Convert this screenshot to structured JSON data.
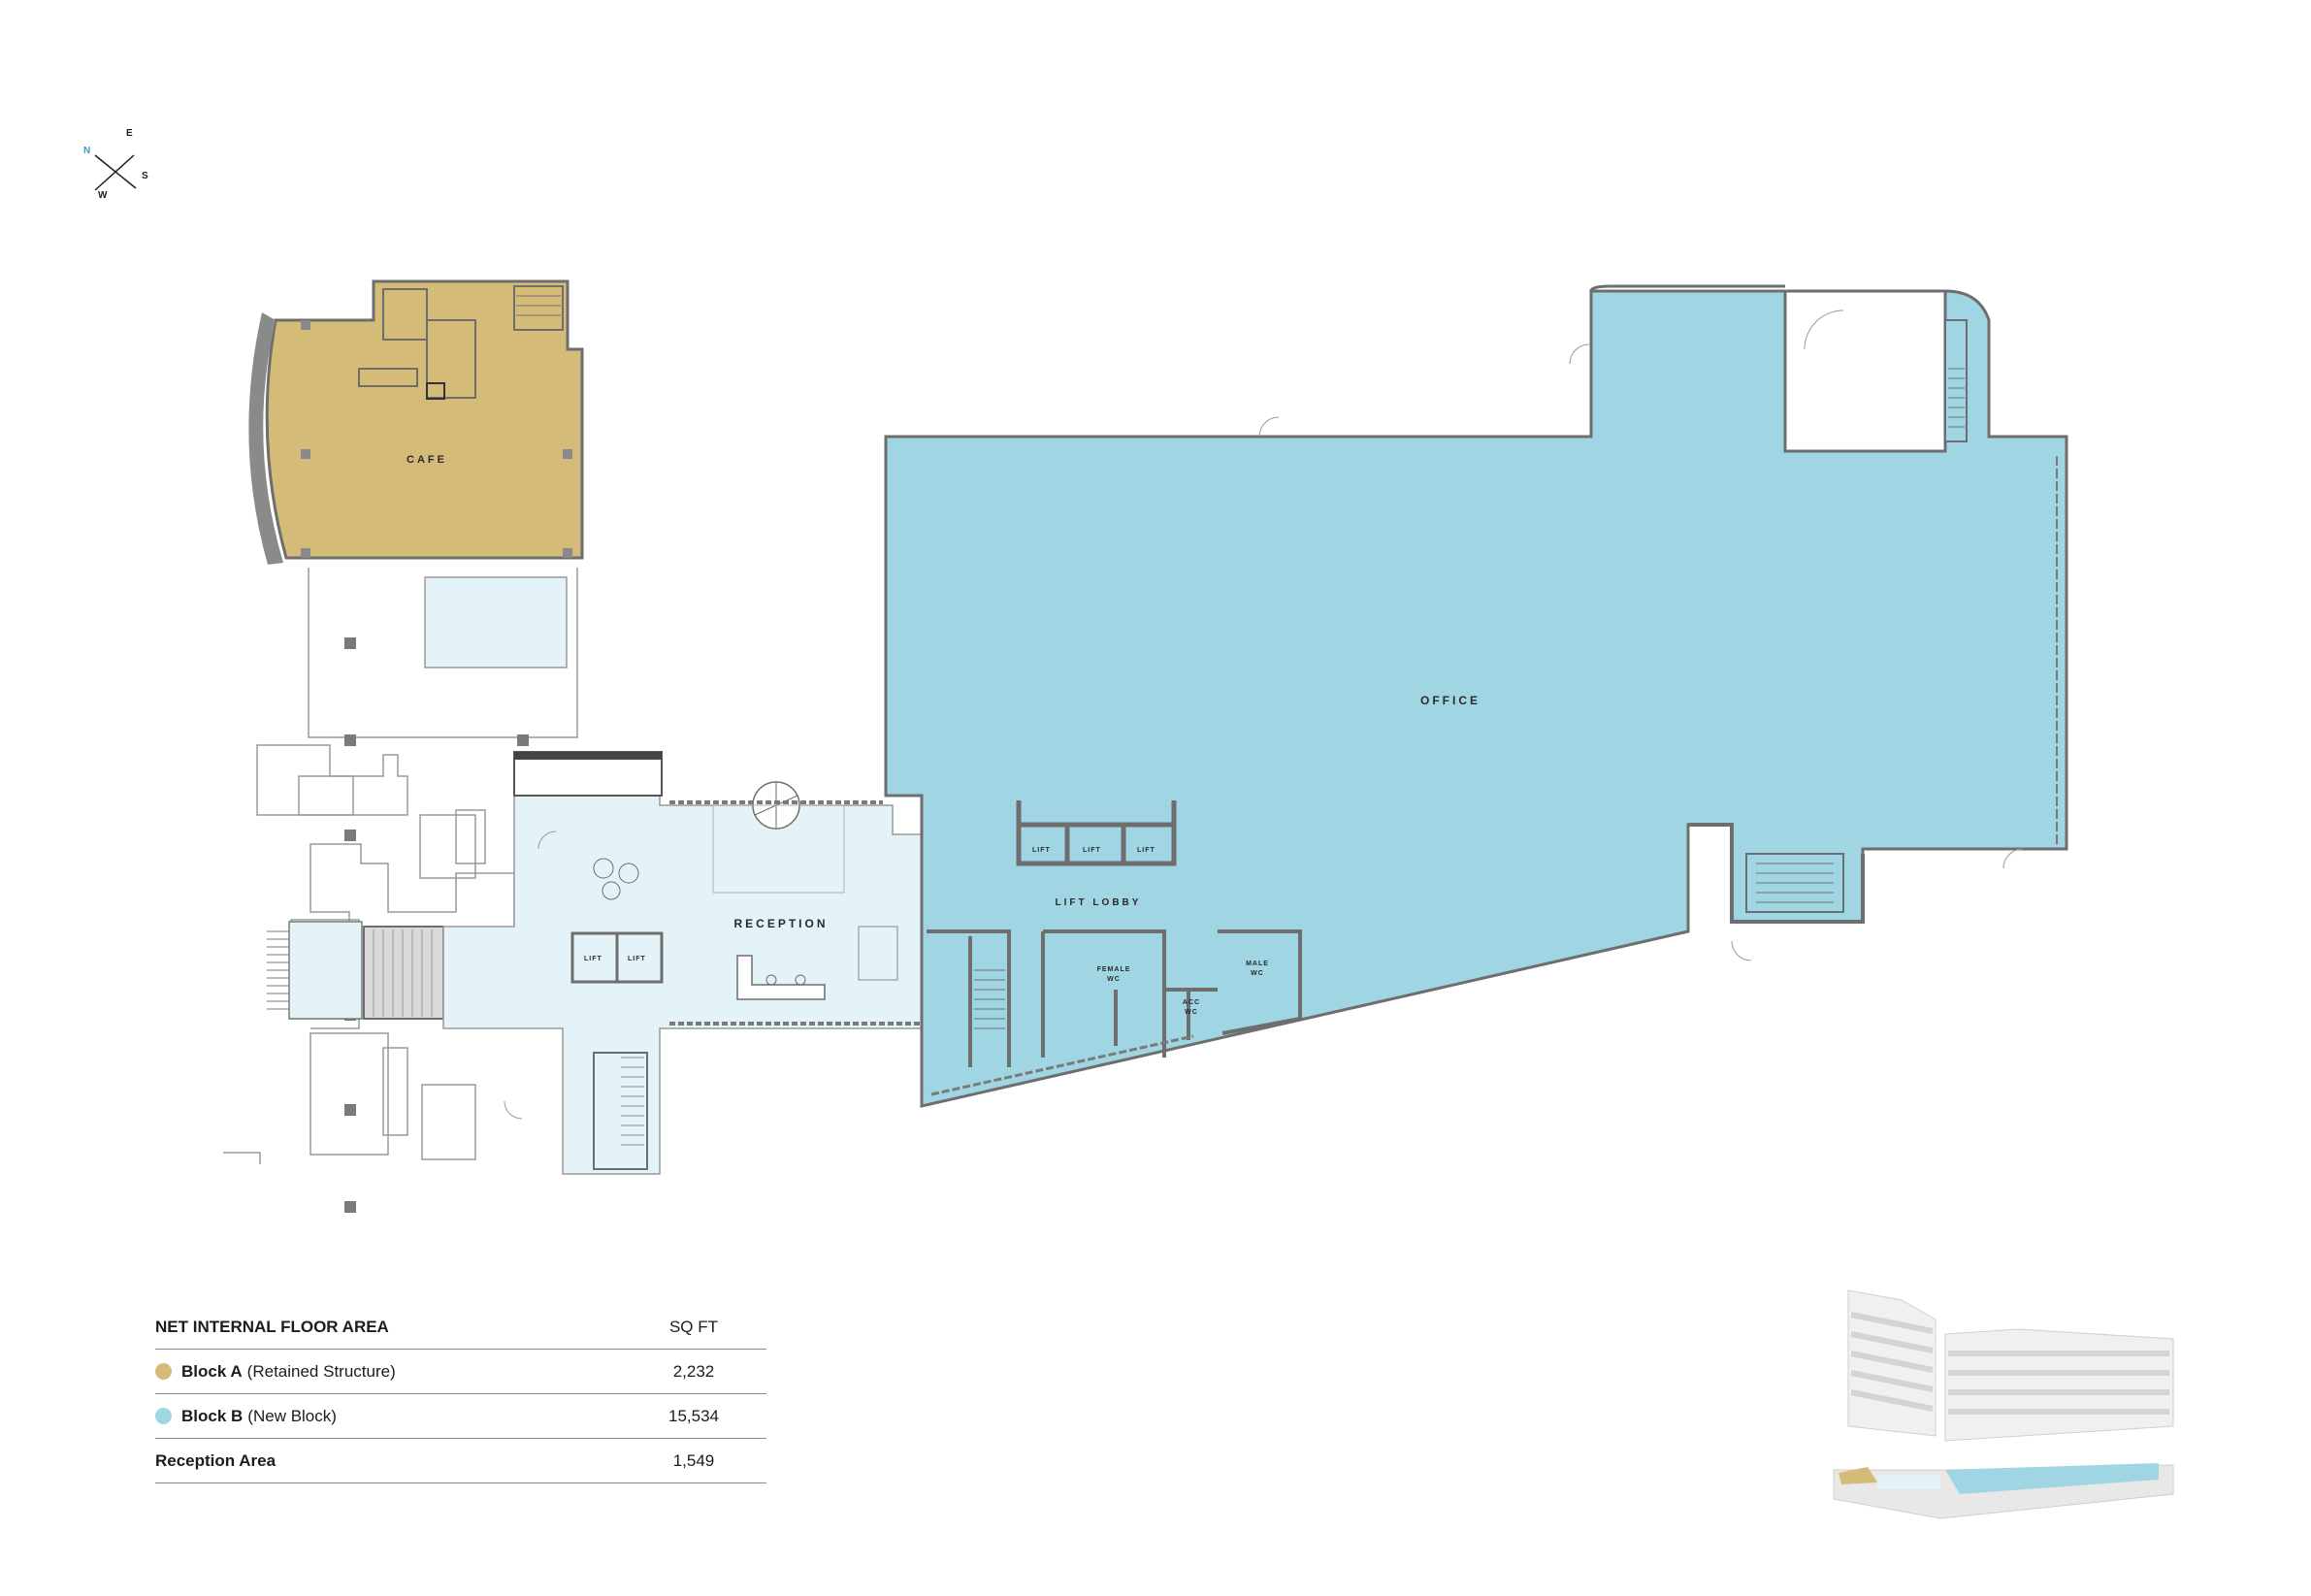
{
  "compass": {
    "n": "N",
    "e": "E",
    "s": "S",
    "w": "W"
  },
  "rooms": {
    "cafe": "CAFE",
    "office": "OFFICE",
    "reception": "RECEPTION",
    "lift_lobby": "LIFT LOBBY",
    "lift": "LIFT",
    "female_wc": [
      "FEMALE",
      "WC"
    ],
    "acc_wc": [
      "ACC",
      "WC"
    ],
    "male_wc": [
      "MALE",
      "WC"
    ]
  },
  "colors": {
    "block_a": "#d4bc78",
    "block_b": "#a0d6e3",
    "reception": "#e3f3f7",
    "walls": "#6e6e6e"
  },
  "area_table": {
    "header": {
      "title": "NET INTERNAL FLOOR AREA",
      "unit": "SQ FT"
    },
    "rows": [
      {
        "name": "Block A",
        "desc": "(Retained Structure)",
        "value": "2,232",
        "color": "#d4bc78"
      },
      {
        "name": "Block B",
        "desc": "(New Block)",
        "value": "15,534",
        "color": "#a0d6e3"
      },
      {
        "name": "Reception Area",
        "desc": "",
        "value": "1,549",
        "color": ""
      }
    ]
  }
}
